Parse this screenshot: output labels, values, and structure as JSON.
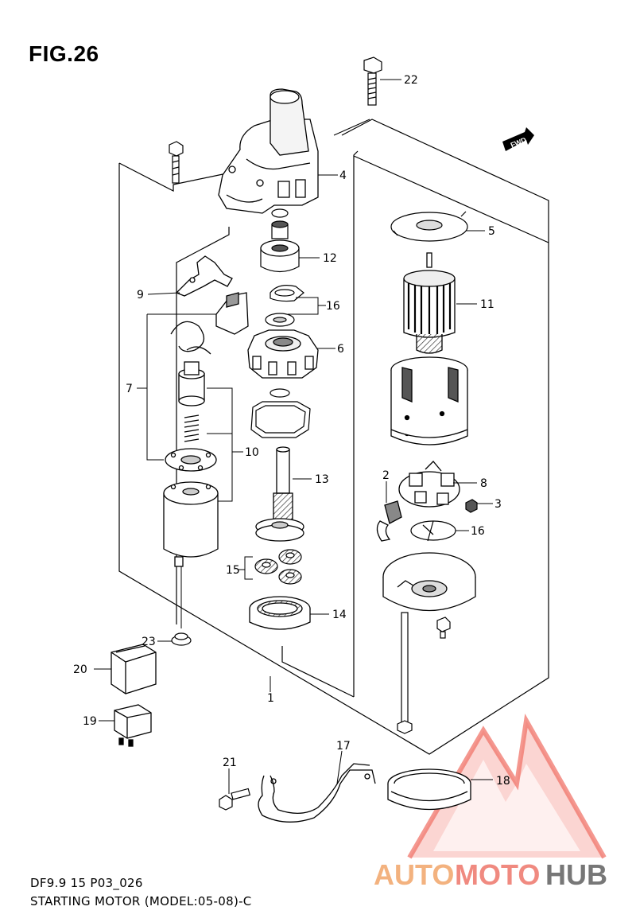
{
  "figure": {
    "title": "FIG.26",
    "model_code": "DF9.9 15 P03_026",
    "caption": "STARTING MOTOR (MODEL:05-08)-C"
  },
  "direction_badge": "FWD",
  "callouts": [
    "1",
    "2",
    "3",
    "4",
    "5",
    "6",
    "7",
    "8",
    "9",
    "10",
    "11",
    "12",
    "13",
    "14",
    "15",
    "16",
    "16",
    "17",
    "18",
    "19",
    "20",
    "21",
    "22",
    "23"
  ],
  "watermark": {
    "part1": "AUTO",
    "part2": "MOTO",
    "part3": "HUB",
    "colors": {
      "auto": "#f3b27f",
      "moto": "#f08a80",
      "hub": "#777777",
      "triangle": "#f0746a"
    }
  }
}
